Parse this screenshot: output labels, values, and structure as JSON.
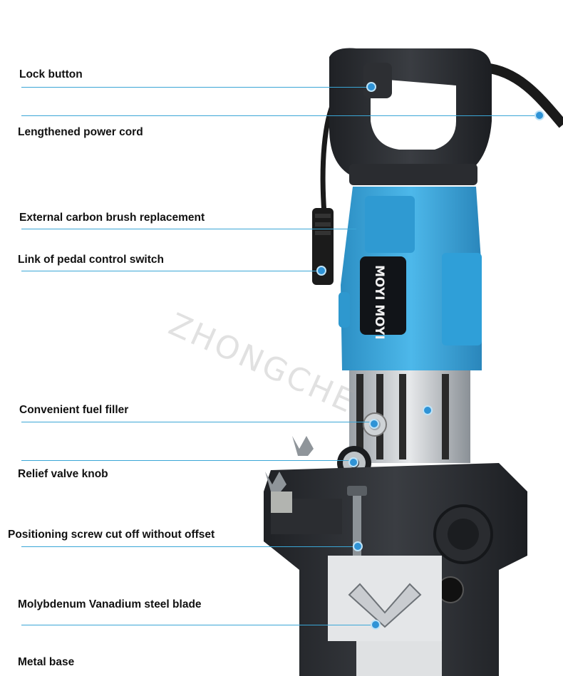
{
  "brand": {
    "logo_text": "MOYI MOYI",
    "watermark": "ZHONGCHE"
  },
  "colors": {
    "tool_body": "#35a8e0",
    "leader_line": "#3aa6d6",
    "marker": "#2f93d6",
    "dark_metal": "#2b2d31"
  },
  "callouts": [
    {
      "id": "lock",
      "text": "Lock button"
    },
    {
      "id": "cord",
      "text": "Lengthened power cord"
    },
    {
      "id": "brush",
      "text": "External carbon brush replacement"
    },
    {
      "id": "pedal",
      "text": "Link of pedal control switch"
    },
    {
      "id": "fuel",
      "text": "Convenient fuel filler"
    },
    {
      "id": "relief",
      "text": "Relief valve knob"
    },
    {
      "id": "screw",
      "text": "Positioning screw cut off without offset"
    },
    {
      "id": "blade",
      "text": "Molybdenum Vanadium steel blade"
    },
    {
      "id": "base",
      "text": "Metal base"
    }
  ]
}
